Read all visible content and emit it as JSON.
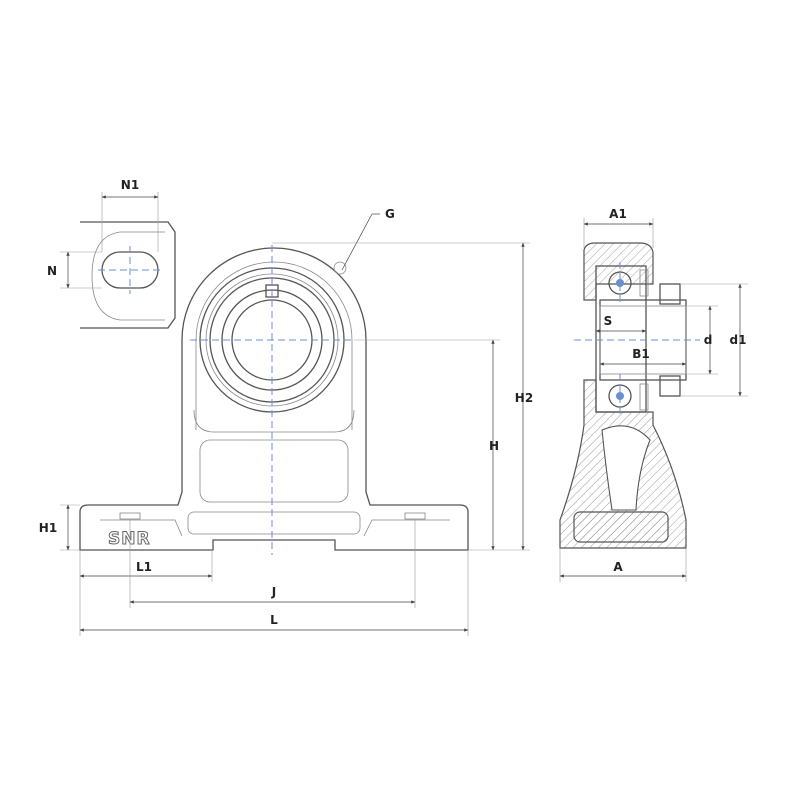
{
  "brand": "SNR",
  "dimensions": {
    "N1": "N1",
    "N": "N",
    "G": "G",
    "A1": "A1",
    "S": "S",
    "d": "d",
    "d1": "d1",
    "B1": "B1",
    "H2": "H2",
    "H": "H",
    "H1": "H1",
    "L1": "L1",
    "J": "J",
    "L": "L",
    "A": "A"
  },
  "colors": {
    "outline": "#555555",
    "centerline": "#6a8fd0",
    "dimension": "#444444"
  }
}
